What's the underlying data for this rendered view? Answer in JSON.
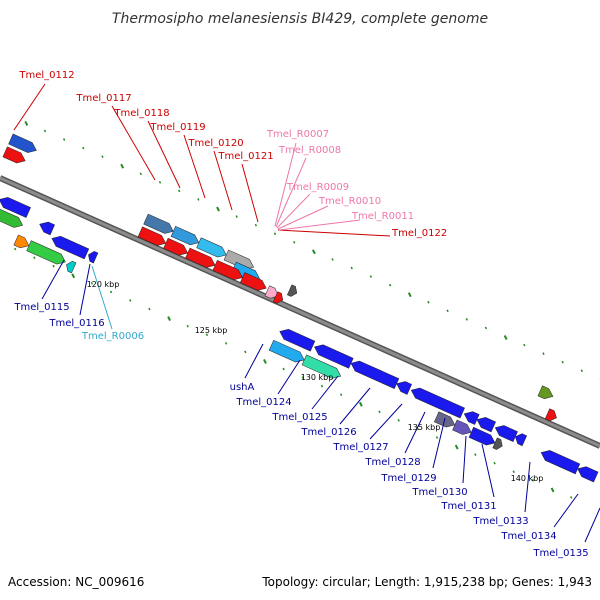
{
  "title": "Thermosipho melanesiensis BI429, complete genome",
  "footer": {
    "accession": "Accession: NC_009616",
    "topology": "Topology: circular; Length: 1,915,238 bp; Genes: 1,943"
  },
  "colors": {
    "backbone": "#8c8c8c",
    "forward_label": "#cc0000",
    "reverse_label": "#000099",
    "rrna_label": "#ee77aa",
    "trna_label": "#33aacc",
    "tick": "#228b22"
  },
  "scale_labels": [
    "120 kbp",
    "125 kbp",
    "130 kbp",
    "135 kbp",
    "140 kbp"
  ],
  "top_labels": [
    "Tmel_0112",
    "Tmel_0117",
    "Tmel_0118",
    "Tmel_0119",
    "Tmel_0120",
    "Tmel_0121",
    "Tmel_0122"
  ],
  "rrna_labels": [
    "Tmel_R0007",
    "Tmel_R0008",
    "Tmel_R0009",
    "Tmel_R0010",
    "Tmel_R0011"
  ],
  "bottom_labels": [
    "Tmel_0115",
    "Tmel_0116",
    "ushA",
    "Tmel_0124",
    "Tmel_0125",
    "Tmel_0126",
    "Tmel_0127",
    "Tmel_0128",
    "Tmel_0129",
    "Tmel_0130",
    "Tmel_0131",
    "Tmel_0133",
    "Tmel_0134",
    "Tmel_0135"
  ],
  "trna_labels": [
    "Tmel_R0006"
  ]
}
